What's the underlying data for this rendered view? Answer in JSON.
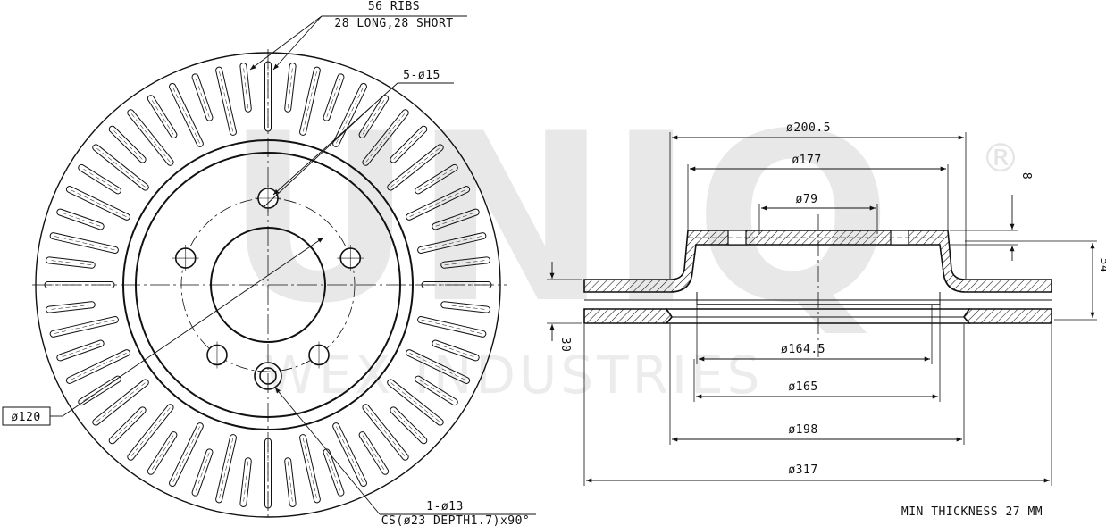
{
  "watermark": {
    "brand": "UNIQ",
    "registered": "®",
    "company": "WEX INDUSTRIES",
    "color": "#e6e6e6"
  },
  "front_view": {
    "ribs_count": "56 RIBS",
    "ribs_detail": "28 LONG,28 SHORT",
    "bolt_holes": "5-ø15",
    "center_bore": "ø120",
    "locator_hole": "1-ø13",
    "countersink": "CS(ø23 DEPTH1.7)x90°"
  },
  "section_view": {
    "dim_200_5": "ø200.5",
    "dim_177": "ø177",
    "dim_79": "ø79",
    "dim_8": "8",
    "dim_54": "54",
    "dim_30": "30",
    "dim_164_5": "ø164.5",
    "dim_165": "ø165",
    "dim_198": "ø198",
    "dim_317": "ø317",
    "min_thickness": "MIN THICKNESS 27 MM"
  },
  "colors": {
    "line": "#111111",
    "background": "#ffffff"
  }
}
